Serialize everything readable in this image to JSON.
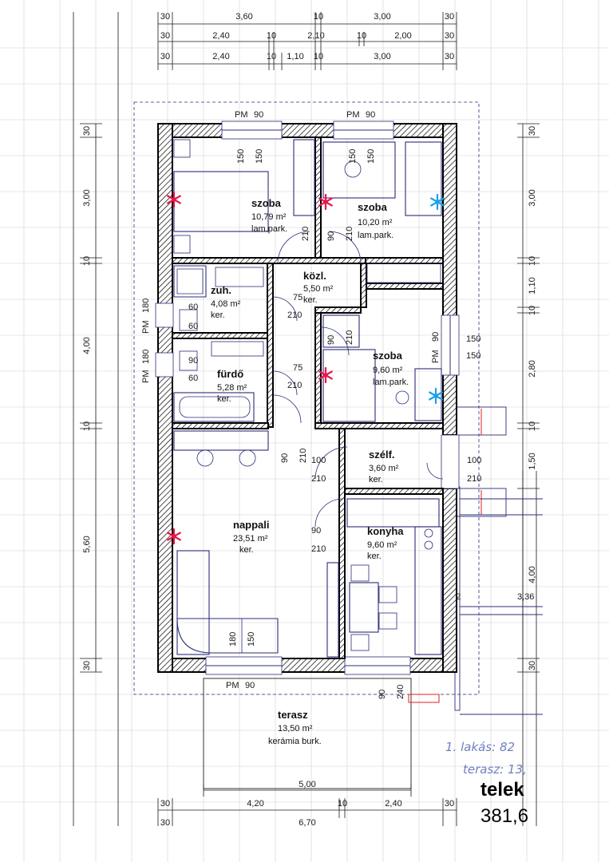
{
  "dimensions_top": {
    "row1": [
      "30",
      "3,60",
      "10",
      "3,00",
      "30"
    ],
    "row2": [
      "30",
      "2,40",
      "10",
      "2,10",
      "10",
      "2,00",
      "30"
    ],
    "row3": [
      "30",
      "2,40",
      "10",
      "1,10",
      "10",
      "3,00",
      "30"
    ]
  },
  "dimensions_left": [
    "30",
    "3,00",
    "10",
    "4,00",
    "10",
    "5,60",
    "30"
  ],
  "dimensions_right": [
    "30",
    "3,00",
    "10",
    "1,10",
    "10",
    "2,80",
    "10",
    "1,50",
    "4,00",
    "30"
  ],
  "dimensions_bottom": {
    "row1": [
      "30",
      "4,20",
      "10",
      "2,40",
      "30"
    ],
    "row2": [
      "30",
      "6,70"
    ],
    "terrace": "5,00"
  },
  "side_dims": [
    "3,12",
    "3,36"
  ],
  "rooms": [
    {
      "name": "szoba",
      "area": "10,79 m²",
      "floor": "lam.park."
    },
    {
      "name": "szoba",
      "area": "10,20 m²",
      "floor": "lam.park."
    },
    {
      "name": "közl.",
      "area": "5,50 m²",
      "floor": "ker."
    },
    {
      "name": "zuh.",
      "area": "4,08 m²",
      "floor": "ker."
    },
    {
      "name": "fürdő",
      "area": "5,28 m²",
      "floor": "ker."
    },
    {
      "name": "szoba",
      "area": "9,60 m²",
      "floor": "lam.park."
    },
    {
      "name": "szélf.",
      "area": "3,60 m²",
      "floor": "ker."
    },
    {
      "name": "nappali",
      "area": "23,51 m²",
      "floor": "ker."
    },
    {
      "name": "konyha",
      "area": "9,60 m²",
      "floor": "ker."
    },
    {
      "name": "terasz",
      "area": "13,50 m²",
      "floor": "kerámia burk."
    }
  ],
  "openings": {
    "pm": "PM",
    "w90": "90",
    "w180": "180",
    "w150": "150",
    "w60": "60",
    "w75": "75",
    "w210": "210",
    "w100": "100",
    "w240": "240"
  },
  "notes": {
    "lakas": "1. lakás: 82",
    "terasz": "terasz: 13,",
    "telek": "telek",
    "telek_area": "381,6"
  },
  "colors": {
    "heater_red": "#e8174c",
    "ac_blue": "#1aa0e8",
    "furniture": "#2c2c7a",
    "handwriting": "#6f7fbf"
  },
  "icons": {
    "heater": "snowflake-red-icon",
    "ac": "snowflake-blue-icon"
  }
}
